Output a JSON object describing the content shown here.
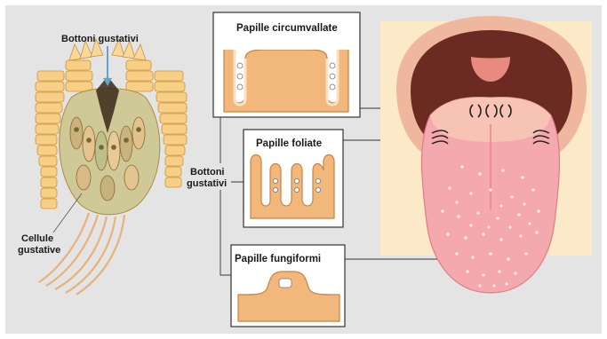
{
  "labels": {
    "taste_buds_top": "Bottoni gustativi",
    "taste_buds_side_line1": "Bottoni",
    "taste_buds_side_line2": "gustativi",
    "taste_cells_line1": "Cellule",
    "taste_cells_line2": "gustative"
  },
  "papillae": [
    {
      "name": "circumvallate",
      "label": "Papille circumvallate"
    },
    {
      "name": "foliate",
      "label": "Papille foliate"
    },
    {
      "name": "fungiform",
      "label": "Papille fungiformi"
    }
  ],
  "colors": {
    "background": "#e4e4e4",
    "taste_bud_tissue": "#f3c68a",
    "taste_bud_outline": "#c48a3c",
    "papilla_fill": "#f2b77a",
    "tongue": "#f3a9ad",
    "mouth_dark": "#6b2a22",
    "lip": "#f0b79f",
    "backdrop": "#fce9c7"
  }
}
